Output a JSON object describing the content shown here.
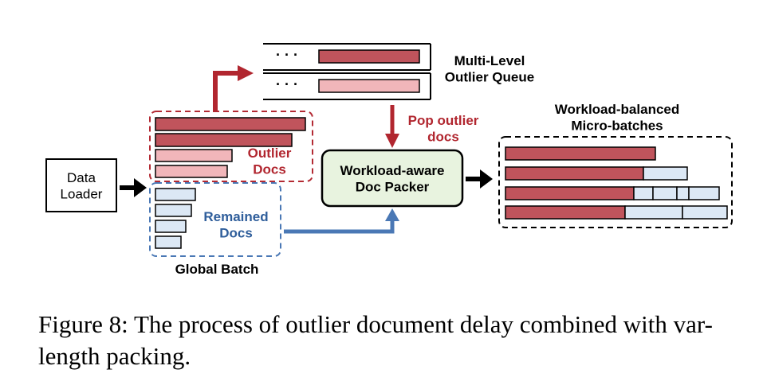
{
  "diagram": {
    "data_loader": "Data\nLoader",
    "outlier_queue": {
      "title": "Multi-Level\nOutlier Queue",
      "ellipsis": "· · ·"
    },
    "pop_label": "Pop outlier\ndocs",
    "outlier_docs": "Outlier\nDocs",
    "remained_docs": "Remained\nDocs",
    "global_batch": "Global Batch",
    "packer": "Workload-aware\nDoc Packer",
    "microbatches_title": "Workload-balanced\nMicro-batches"
  },
  "caption": "Figure 8: The process of outlier document delay combined with var-length packing.",
  "colors": {
    "outlier_dark": "#c0545c",
    "outlier_light": "#f1b6ba",
    "remained": "#dce8f5",
    "outlier_border": "#b32a33",
    "remained_border": "#4a78b5",
    "arrow_red": "#b1262f",
    "arrow_blue": "#4a78b5",
    "packer_fill": "#e8f3df",
    "text_red": "#b1262f",
    "text_blue": "#2f5e9b"
  }
}
